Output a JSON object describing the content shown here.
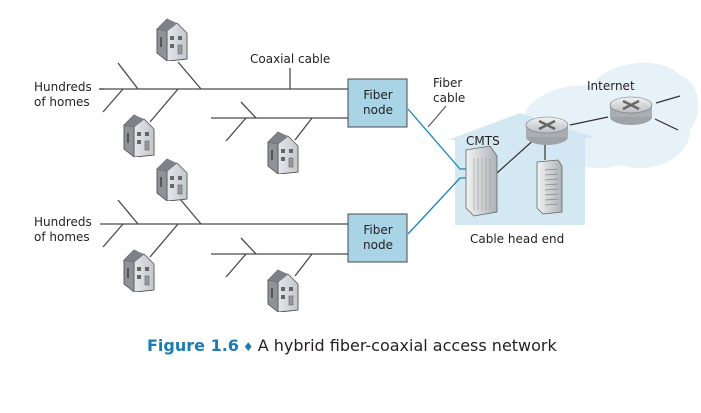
{
  "diagram": {
    "labels": {
      "hundreds_top": [
        "Hundreds",
        "of homes"
      ],
      "hundreds_bottom": [
        "Hundreds",
        "of homes"
      ],
      "coaxial_cable": "Coaxial cable",
      "fiber_cable": [
        "Fiber",
        "cable"
      ],
      "internet": "Internet",
      "cmts": "CMTS",
      "cable_head_end": "Cable head end"
    },
    "fiber_nodes": [
      {
        "label": [
          "Fiber",
          "node"
        ]
      },
      {
        "label": [
          "Fiber",
          "node"
        ]
      }
    ],
    "colors": {
      "fiber_node_fill": "#a8d4e6",
      "fiber_line": "#1a86b8",
      "head_end_fill": "#cfe6f2",
      "cloud_fill": "#e6f1f8",
      "caption_accent": "#1a7bb5"
    }
  },
  "caption": {
    "figure_number": "Figure 1.6",
    "separator": "♦",
    "text": "A hybrid fiber-coaxial access network"
  }
}
